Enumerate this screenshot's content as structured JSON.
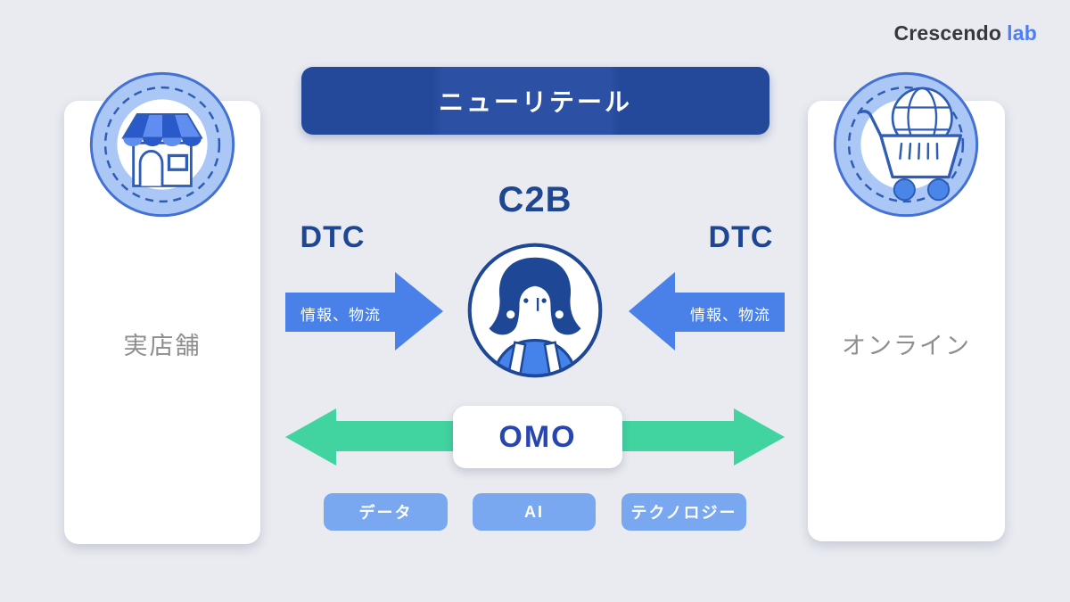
{
  "brand": {
    "name": "Crescendo",
    "suffix": "lab"
  },
  "title": "ニューリテール",
  "panels": {
    "left": {
      "label": "実店舗",
      "icon": "storefront-icon"
    },
    "right": {
      "label": "オンライン",
      "icon": "online-shopping-cart-icon"
    }
  },
  "center": {
    "label": "C2B",
    "icon": "customer-avatar"
  },
  "flows": {
    "left": {
      "heading": "DTC",
      "arrow_label": "情報、物流",
      "direction": "store-to-customer"
    },
    "right": {
      "heading": "DTC",
      "arrow_label": "情報、物流",
      "direction": "online-to-customer"
    }
  },
  "omo": {
    "label": "OMO"
  },
  "chips": [
    {
      "label": "データ"
    },
    {
      "label": "AI"
    },
    {
      "label": "テクノロジー"
    }
  ],
  "colors": {
    "background": "#e9ebf1",
    "title_bg": "#26499c",
    "navy_text": "#1f4693",
    "omo_text": "#2746b0",
    "flow_arrow_blue": "#4a81e8",
    "chip_blue": "#7aa8f0",
    "omo_green": "#41d3a0",
    "panel_label_gray": "#8e8e8e",
    "brand_dark": "#35383d",
    "brand_blue": "#4d7ef5"
  }
}
